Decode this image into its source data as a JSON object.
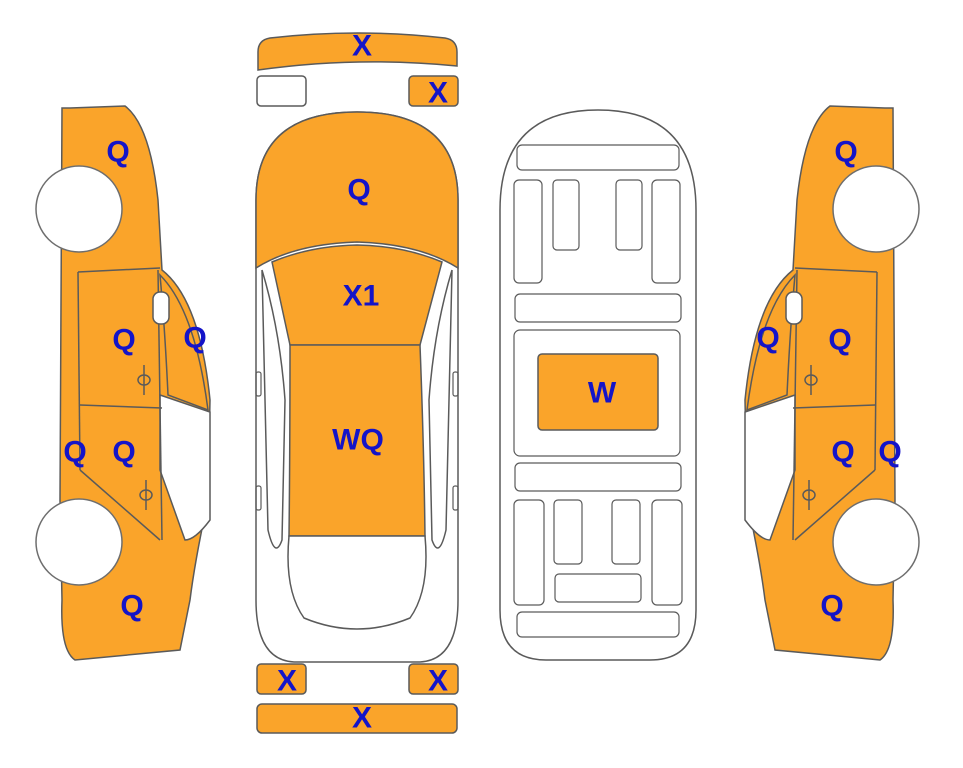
{
  "colors": {
    "damaged": "#FAA42A",
    "undamaged": "#FFFFFF",
    "outline": "#5A5A5A",
    "label": "#1414C8",
    "wheel_outline": "#6E6E6E"
  },
  "icons": [
    "car-left-side-icon",
    "car-top-view-icon",
    "car-underside-icon",
    "car-right-side-icon"
  ],
  "labels": {
    "front_bumper": "X",
    "front_left_small": "",
    "front_right_small": "X",
    "hood": "Q",
    "windshield_roof": "X1",
    "roof_trunk": "WQ",
    "rear_left_small": "X",
    "rear_right_small": "X",
    "rear_bumper": "X",
    "underbody": "W",
    "left_front_fender": "Q",
    "left_front_door": "Q",
    "left_window": "Q",
    "left_rear_rocker": "Q",
    "left_rear_door": "Q",
    "left_rear_quarter": "Q",
    "right_front_fender": "Q",
    "right_window": "Q",
    "right_front_door": "Q",
    "right_rear_door": "Q",
    "right_rear_rocker": "Q",
    "right_rear_quarter": "Q"
  }
}
